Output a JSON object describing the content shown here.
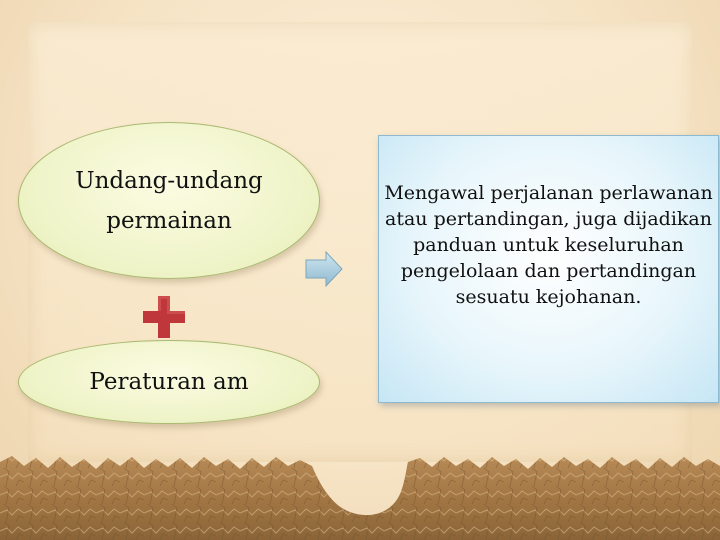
{
  "shapes": {
    "ellipse_top_text": "Undang-undang permainan",
    "ellipse_bottom_text": "Peraturan  am",
    "description": "Mengawal perjalanan perlawanan atau pertandingan, juga dijadikan panduan  untuk keseluruhan pengelolaan dan pertandingan sesuatu kejohanan."
  },
  "icons": {
    "plus": "plus-icon",
    "arrow": "arrow-right-icon"
  },
  "colors": {
    "background": "#f4e3c4",
    "ellipse_fill": "#eef3c6",
    "textbox_fill": "#e8f6fb",
    "plus": "#c0373b",
    "arrow": "#8fb9cf"
  }
}
